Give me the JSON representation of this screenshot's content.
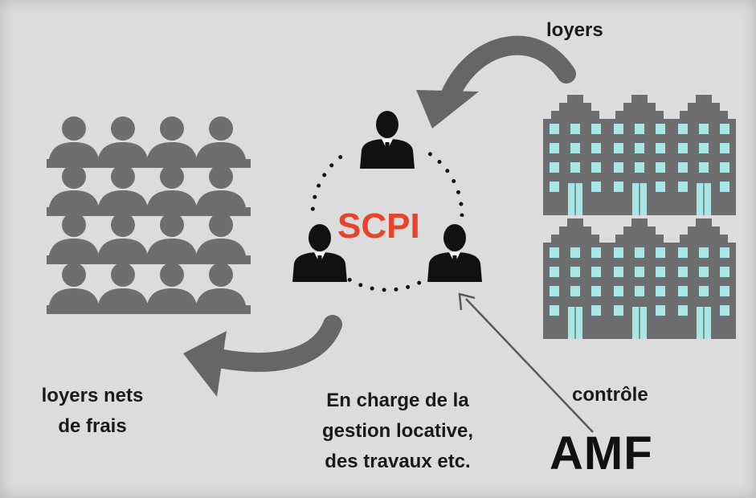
{
  "labels": {
    "rent": "loyers",
    "net_rent": [
      "loyers nets",
      "de frais"
    ],
    "management": [
      "En charge de la",
      "gestion locative,",
      "des travaux etc."
    ],
    "control": "contrôle",
    "regulator": "AMF",
    "center": "SCPI"
  },
  "icons": {
    "investors": "people-grid-icon",
    "managers": "businessman-icon",
    "buildings": "apartment-building-icon",
    "arrows": "curved-arrow-icon"
  },
  "colors": {
    "background": "#dcdcdc",
    "accent": "#e8432b",
    "icon_gray": "#6e6e6e",
    "arrow_gray": "#666666",
    "window": "#a9e6e6",
    "text": "#1a1a1a"
  }
}
